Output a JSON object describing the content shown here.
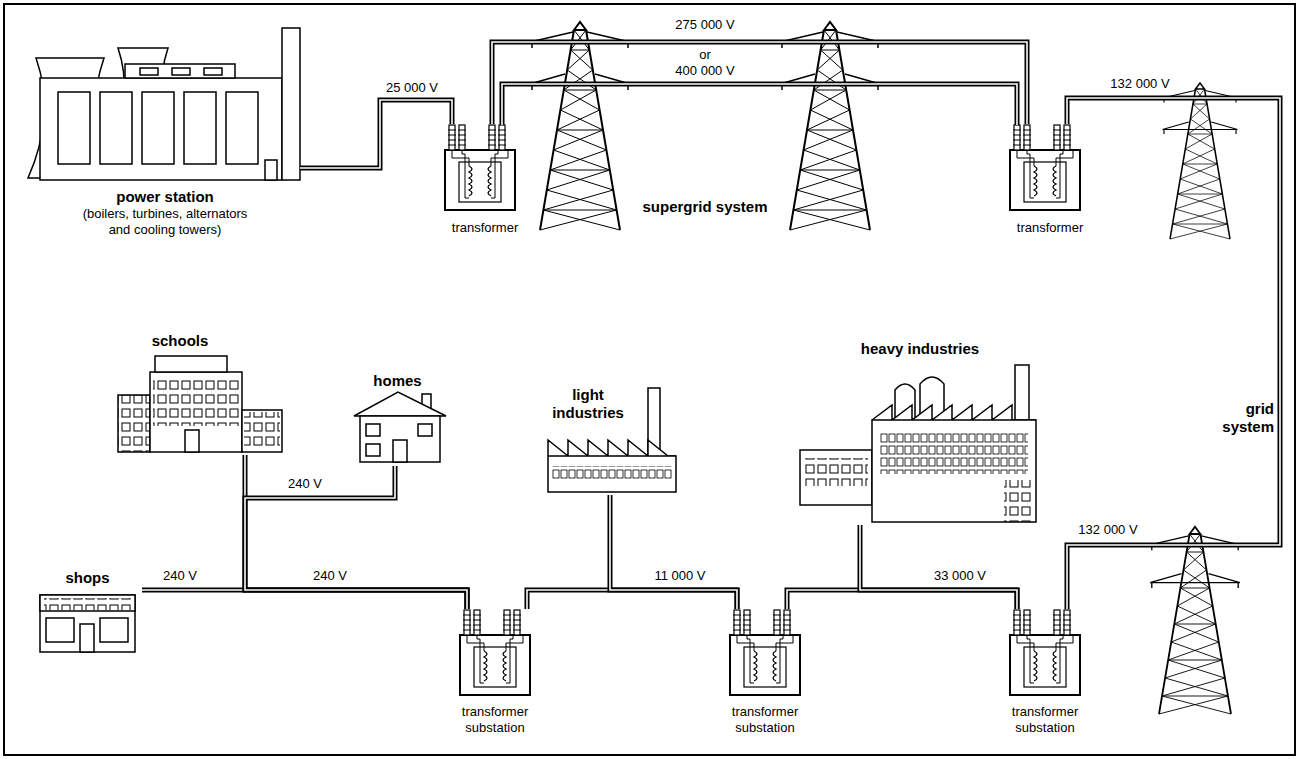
{
  "diagram": {
    "nodes": [
      {
        "text": [
          "power station",
          "(boilers, turbines, alternators and cooling towers)"
        ]
      },
      {
        "text": [
          "transformer"
        ]
      },
      {
        "text": [
          "transformer"
        ]
      },
      {
        "text": [
          "schools"
        ]
      },
      {
        "text": [
          "homes"
        ]
      },
      {
        "text": [
          "light industries"
        ]
      },
      {
        "text": [
          "heavy industries"
        ]
      },
      {
        "text": [
          "shops"
        ]
      },
      {
        "text": [
          "transformer substation"
        ]
      },
      {
        "text": [
          "transformer substation"
        ]
      },
      {
        "text": [
          "transformer substation"
        ]
      }
    ],
    "edges": [
      {
        "from": 0,
        "to": 1,
        "arrow": "none",
        "label": "25 000 V"
      },
      {
        "from": 1,
        "to": 2,
        "arrow": "none"
      },
      {
        "from": 2,
        "to": 10,
        "arrow": "none",
        "label": "132 000 V"
      },
      {
        "from": 10,
        "to": 9,
        "arrow": "none",
        "label": "33 000 V"
      },
      {
        "from": 10,
        "to": 6,
        "arrow": "none"
      },
      {
        "from": 9,
        "to": 8,
        "arrow": "none",
        "label": "11 000 V"
      },
      {
        "from": 9,
        "to": 5,
        "arrow": "none"
      },
      {
        "from": 8,
        "to": 7,
        "arrow": "none",
        "label": "240 V"
      },
      {
        "from": 8,
        "to": 3,
        "arrow": "none"
      },
      {
        "from": 8,
        "to": 4,
        "arrow": "none",
        "label": "240 V"
      }
    ],
    "labels": [
      "275 000 V",
      "or",
      "400 000 V",
      "supergrid system",
      "grid system",
      "132 000 V",
      "240 V"
    ]
  }
}
